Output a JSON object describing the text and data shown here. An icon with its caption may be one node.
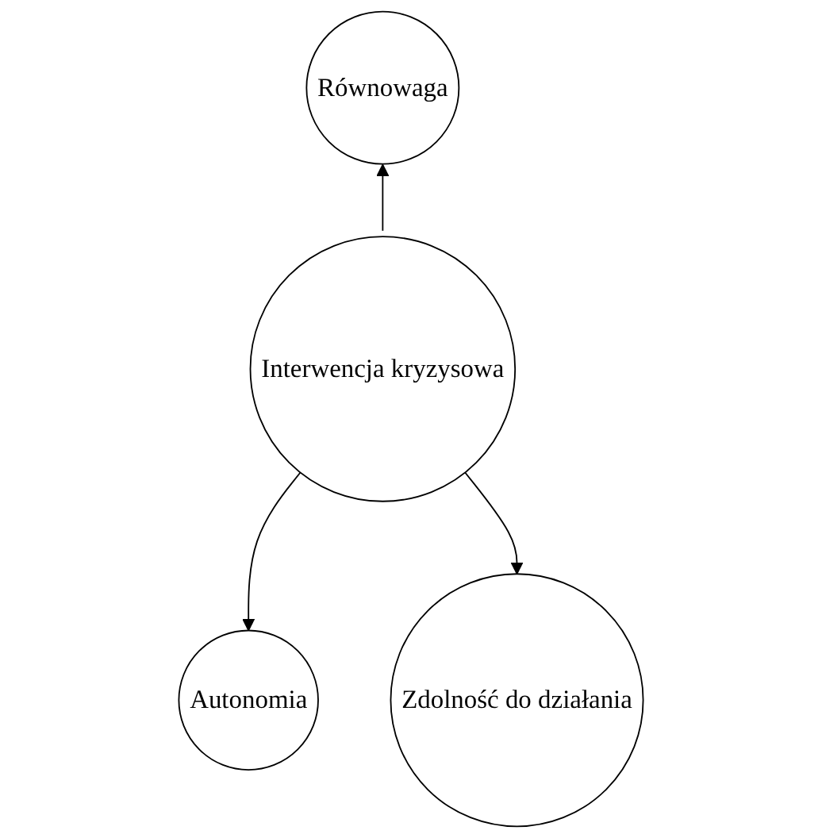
{
  "diagram": {
    "nodes": [
      {
        "text": [
          "Równowaga"
        ]
      },
      {
        "text": [
          "Interwencja kryzysowa"
        ]
      },
      {
        "text": [
          "Autonomia"
        ]
      },
      {
        "text": [
          "Zdolność do działania"
        ]
      }
    ],
    "edges": [
      {
        "from": 1,
        "to": 0,
        "arrow": "to"
      },
      {
        "from": 1,
        "to": 2,
        "arrow": "to"
      },
      {
        "from": 1,
        "to": 3,
        "arrow": "to"
      }
    ]
  }
}
